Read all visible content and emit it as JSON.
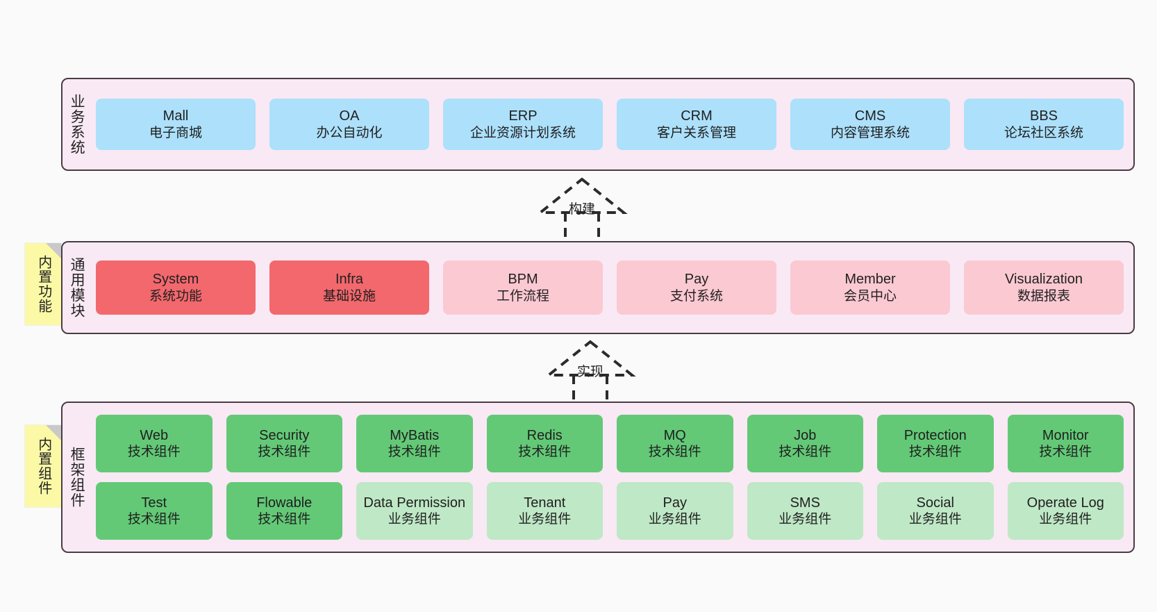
{
  "diagram": {
    "layers": [
      {
        "id": "business",
        "title": "业务系统",
        "rows": [
          {
            "nodes": [
              {
                "en": "Mall",
                "cn": "电子商城",
                "color": "#ace0fb"
              },
              {
                "en": "OA",
                "cn": "办公自动化",
                "color": "#ace0fb"
              },
              {
                "en": "ERP",
                "cn": "企业资源计划系统",
                "color": "#ace0fb"
              },
              {
                "en": "CRM",
                "cn": "客户关系管理",
                "color": "#ace0fb"
              },
              {
                "en": "CMS",
                "cn": "内容管理系统",
                "color": "#ace0fb"
              },
              {
                "en": "BBS",
                "cn": "论坛社区系统",
                "color": "#ace0fb"
              }
            ]
          }
        ]
      },
      {
        "id": "common",
        "title": "通用模块",
        "tag": "内置功能",
        "rows": [
          {
            "nodes": [
              {
                "en": "System",
                "cn": "系统功能",
                "color": "#f2686d"
              },
              {
                "en": "Infra",
                "cn": "基础设施",
                "color": "#f2686d"
              },
              {
                "en": "BPM",
                "cn": "工作流程",
                "color": "#fbc9d2"
              },
              {
                "en": "Pay",
                "cn": "支付系统",
                "color": "#fbc9d2"
              },
              {
                "en": "Member",
                "cn": "会员中心",
                "color": "#fbc9d2"
              },
              {
                "en": "Visualization",
                "cn": "数据报表",
                "color": "#fbc9d2"
              }
            ]
          }
        ]
      },
      {
        "id": "framework",
        "title": "框架组件",
        "tag": "内置组件",
        "rows": [
          {
            "nodes": [
              {
                "en": "Web",
                "cn": "技术组件",
                "color": "#63c977"
              },
              {
                "en": "Security",
                "cn": "技术组件",
                "color": "#63c977"
              },
              {
                "en": "MyBatis",
                "cn": "技术组件",
                "color": "#63c977"
              },
              {
                "en": "Redis",
                "cn": "技术组件",
                "color": "#63c977"
              },
              {
                "en": "MQ",
                "cn": "技术组件",
                "color": "#63c977"
              },
              {
                "en": "Job",
                "cn": "技术组件",
                "color": "#63c977"
              },
              {
                "en": "Protection",
                "cn": "技术组件",
                "color": "#63c977"
              },
              {
                "en": "Monitor",
                "cn": "技术组件",
                "color": "#63c977"
              }
            ]
          },
          {
            "nodes": [
              {
                "en": "Test",
                "cn": "技术组件",
                "color": "#63c977"
              },
              {
                "en": "Flowable",
                "cn": "技术组件",
                "color": "#63c977"
              },
              {
                "en": "Data Permission",
                "cn": "业务组件",
                "color": "#bfe8c6"
              },
              {
                "en": "Tenant",
                "cn": "业务组件",
                "color": "#bfe8c6"
              },
              {
                "en": "Pay",
                "cn": "业务组件",
                "color": "#bfe8c6"
              },
              {
                "en": "SMS",
                "cn": "业务组件",
                "color": "#bfe8c6"
              },
              {
                "en": "Social",
                "cn": "业务组件",
                "color": "#bfe8c6"
              },
              {
                "en": "Operate Log",
                "cn": "业务组件",
                "color": "#bfe8c6"
              }
            ]
          }
        ]
      }
    ],
    "arrows": [
      {
        "id": "build",
        "label": "构建"
      },
      {
        "id": "realize",
        "label": "实现"
      }
    ],
    "colors": {
      "layer_background": "#f9e9f4",
      "layer_border": "#4a3b44",
      "tag_background": "#fbf9a6",
      "canvas_background": "#fafafa"
    }
  }
}
